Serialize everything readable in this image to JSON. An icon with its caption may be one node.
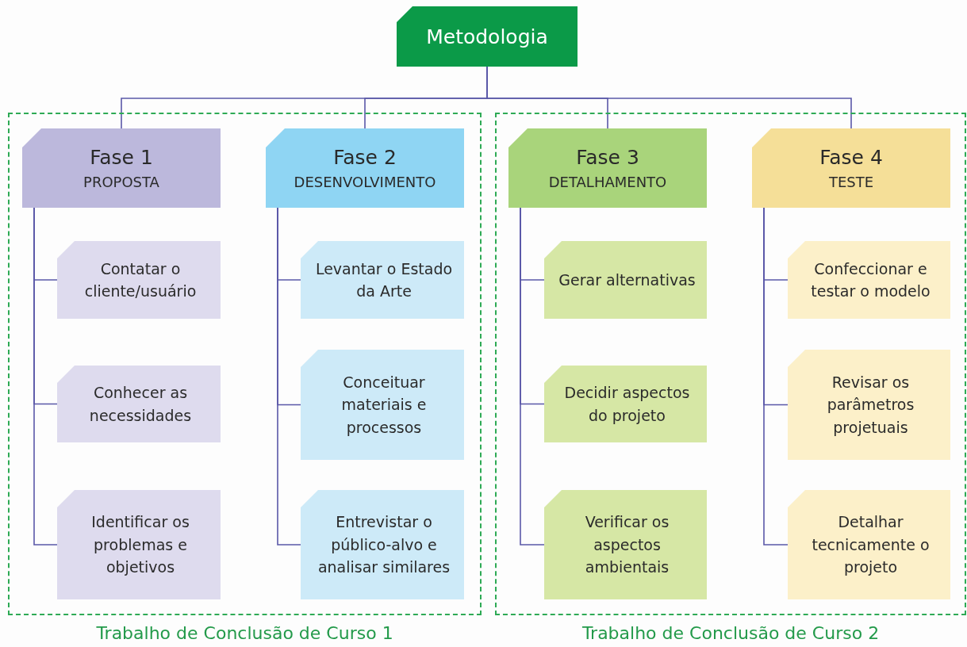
{
  "diagram": {
    "nodes": [
      {
        "text": [
          "Metodologia"
        ]
      },
      {
        "text": [
          "Trabalho de Conclusão de Curso 1"
        ]
      },
      {
        "text": [
          "Fase 1",
          "PROPOSTA"
        ],
        "in": 1
      },
      {
        "text": [
          "Contatar o cliente/usuário"
        ],
        "in": 1
      },
      {
        "text": [
          "Conhecer as necessidades"
        ],
        "in": 1
      },
      {
        "text": [
          "Identificar os problemas e objetivos"
        ],
        "in": 1
      },
      {
        "text": [
          "Fase 2",
          "DESENVOLVIMENTO"
        ],
        "in": 1
      },
      {
        "text": [
          "Levantar o Estado da Arte"
        ],
        "in": 1
      },
      {
        "text": [
          "Conceituar materiais e processos"
        ],
        "in": 1
      },
      {
        "text": [
          "Entrevistar o público-alvo e analisar similares"
        ],
        "in": 1
      },
      {
        "text": [
          "Trabalho de Conclusão de Curso 2"
        ]
      },
      {
        "text": [
          "Fase 3",
          "DETALHAMENTO"
        ],
        "in": 10
      },
      {
        "text": [
          "Gerar alternativas"
        ],
        "in": 10
      },
      {
        "text": [
          "Decidir aspectos do projeto"
        ],
        "in": 10
      },
      {
        "text": [
          "Verificar os aspectos ambientais"
        ],
        "in": 10
      },
      {
        "text": [
          "Fase 4",
          "TESTE"
        ],
        "in": 10
      },
      {
        "text": [
          "Confeccionar e testar o modelo"
        ],
        "in": 10
      },
      {
        "text": [
          "Revisar os parâmetros projetuais"
        ],
        "in": 10
      },
      {
        "text": [
          "Detalhar tecnicamente o projeto"
        ],
        "in": 10
      }
    ],
    "edges": [
      {
        "from": 0,
        "to": 2,
        "arrow": "none"
      },
      {
        "from": 0,
        "to": 6,
        "arrow": "none"
      },
      {
        "from": 0,
        "to": 11,
        "arrow": "none"
      },
      {
        "from": 0,
        "to": 15,
        "arrow": "none"
      },
      {
        "from": 2,
        "to": 3,
        "arrow": "none"
      },
      {
        "from": 2,
        "to": 4,
        "arrow": "none"
      },
      {
        "from": 2,
        "to": 5,
        "arrow": "none"
      },
      {
        "from": 6,
        "to": 7,
        "arrow": "none"
      },
      {
        "from": 6,
        "to": 8,
        "arrow": "none"
      },
      {
        "from": 6,
        "to": 9,
        "arrow": "none"
      },
      {
        "from": 11,
        "to": 12,
        "arrow": "none"
      },
      {
        "from": 11,
        "to": 13,
        "arrow": "none"
      },
      {
        "from": 11,
        "to": 14,
        "arrow": "none"
      },
      {
        "from": 15,
        "to": 16,
        "arrow": "none"
      },
      {
        "from": 15,
        "to": 17,
        "arrow": "none"
      },
      {
        "from": 15,
        "to": 18,
        "arrow": "none"
      }
    ]
  }
}
